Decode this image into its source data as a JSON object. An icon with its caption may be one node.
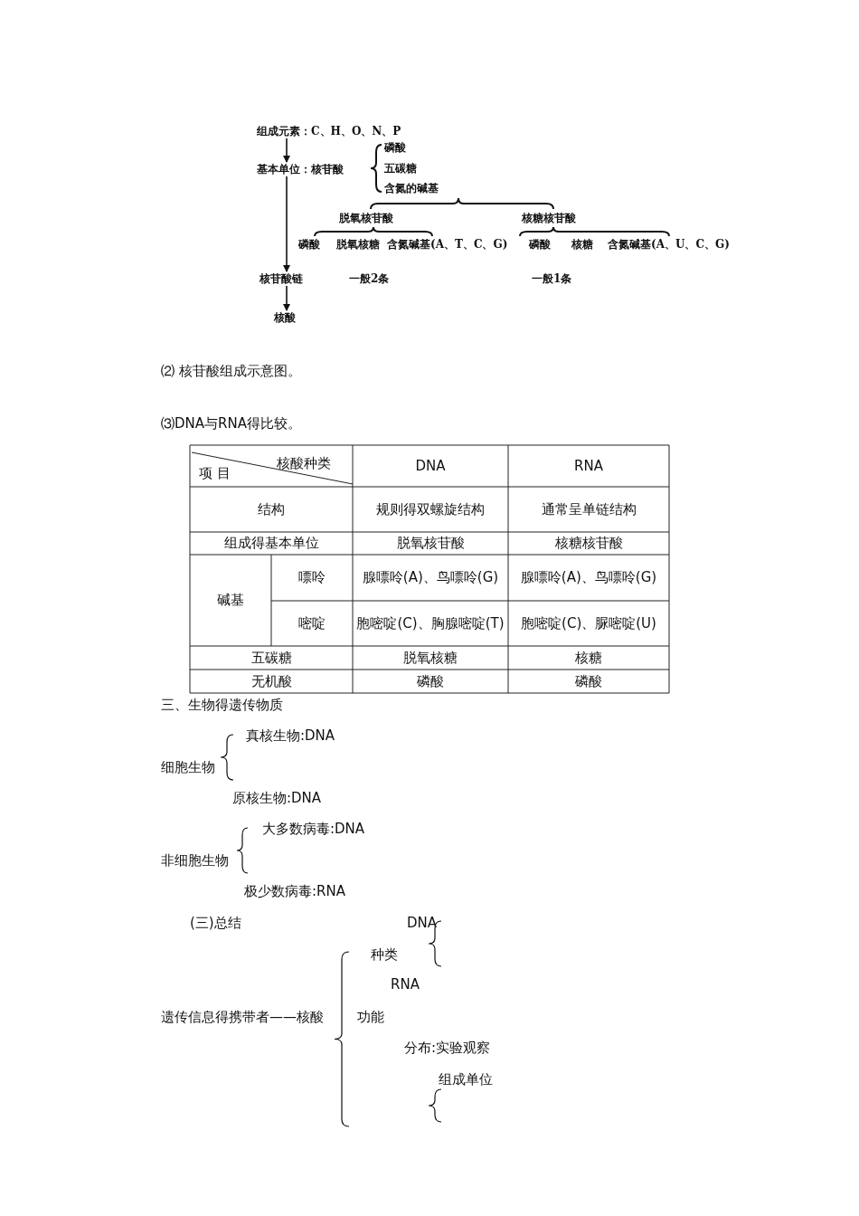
{
  "diagram": {
    "nodes": [
      {
        "text": [
          "组成元素：C、H、O、N、P"
        ]
      },
      {
        "text": [
          "基本单位：核苷酸"
        ]
      },
      {
        "text": [
          "核苷酸链"
        ]
      },
      {
        "text": [
          "核酸"
        ]
      }
    ],
    "edges": [
      {
        "from": 0,
        "to": 1,
        "arrow": "to"
      },
      {
        "from": 1,
        "to": 2,
        "arrow": "to"
      },
      {
        "from": 2,
        "to": 3,
        "arrow": "to"
      }
    ],
    "labels": [
      "磷酸",
      "五碳糖",
      "含氮的碱基",
      "脱氧核苷酸",
      "核糖核苷酸",
      "磷酸",
      "脱氧核糖",
      "含氮碱基(A、T、C、G)",
      "磷酸",
      "核糖",
      "含氮碱基(A、U、C、G)",
      "一般2条",
      "一般1条",
      "⑵ 核苷酸组成示意图。",
      "⑶DNA与RNA得比较。",
      "核酸种类",
      "项 目",
      "DNA",
      "RNA",
      "结构",
      "规则得双螺旋结构",
      "通常呈单链结构",
      "组成得基本单位",
      "脱氧核苷酸",
      "核糖核苷酸",
      "碱基",
      "嘌呤",
      "腺嘌呤(A)、鸟嘌呤(G)",
      "腺嘌呤(A)、鸟嘌呤(G)",
      "嘧啶",
      "胞嘧啶(C)、胸腺嘧啶(T)",
      "胞嘧啶(C)、脲嘧啶(U)",
      "五碳糖",
      "脱氧核糖",
      "核糖",
      "无机酸",
      "磷酸",
      "磷酸",
      "三、生物得遗传物质",
      "真核生物:DNA",
      "细胞生物",
      "原核生物:DNA",
      "大多数病毒:DNA",
      "非细胞生物",
      "极少数病毒:RNA",
      "(三)总结",
      "DNA",
      "种类",
      "RNA",
      "遗传信息得携带者——核酸",
      "功能",
      "分布:实验观察",
      "组成单位"
    ]
  }
}
